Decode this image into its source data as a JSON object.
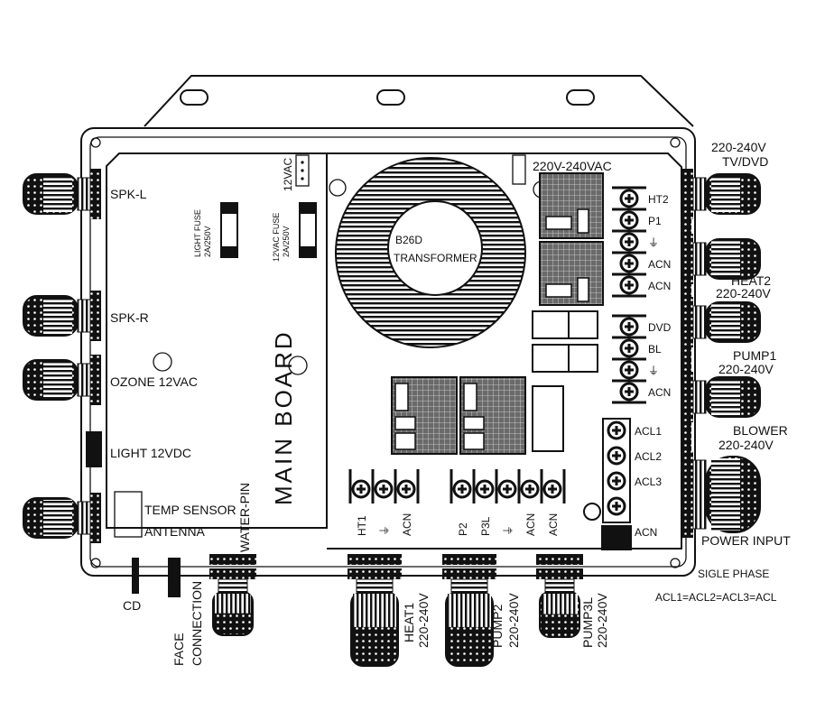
{
  "diagram": {
    "main_board": "MAIN BOARD",
    "transformer": [
      "B26D",
      "TRANSFORMER"
    ],
    "main_voltage": "220V-240VAC",
    "light_fuse": [
      "LIGHT FUSE",
      "2A/250V"
    ],
    "vac_fuse": [
      "12VAC FUSE",
      "2A/250V"
    ],
    "vac_connector": "12VAC",
    "left_ports": {
      "spk_l": "SPK-L",
      "spk_r": "SPK-R",
      "ozone": "OZONE 12VAC",
      "light": "LIGHT 12VDC",
      "temp": "TEMP SENSOR",
      "antenna": "ANTENNA"
    },
    "bottom_ports": {
      "cd": "CD",
      "face": [
        "FACE",
        "CONNECTION"
      ],
      "water_pin": "WATER-PIN",
      "heat1": [
        "HEAT1",
        "220-240V"
      ],
      "pump2": [
        "PUMP2",
        "220-240V"
      ],
      "pump3l": [
        "PUMP3L",
        "220-240V"
      ]
    },
    "right_ports": {
      "tvdvd": [
        "220-240V",
        "TV/DVD"
      ],
      "heat2": [
        "HEAT2",
        "220-240V"
      ],
      "pump1": [
        "PUMP1",
        "220-240V"
      ],
      "blower": [
        "BLOWER",
        "220-240V"
      ],
      "power": "POWER INPUT"
    },
    "terminals_right_top": [
      "HT2",
      "P1",
      "⏚",
      "ACN",
      "ACN"
    ],
    "terminals_right_mid": [
      "DVD",
      "BL",
      "⏚",
      "ACN"
    ],
    "terminals_acl": [
      "ACL1",
      "ACL2",
      "ACL3",
      "",
      "ACN"
    ],
    "terminals_bottom_left": [
      "HT1",
      "⏚",
      "ACN"
    ],
    "terminals_bottom_right": [
      "P2",
      "P3L",
      "⏚",
      "ACN",
      "ACN"
    ],
    "note": [
      "SIGLE PHASE",
      "ACL1=ACL2=ACL3=ACL"
    ]
  }
}
